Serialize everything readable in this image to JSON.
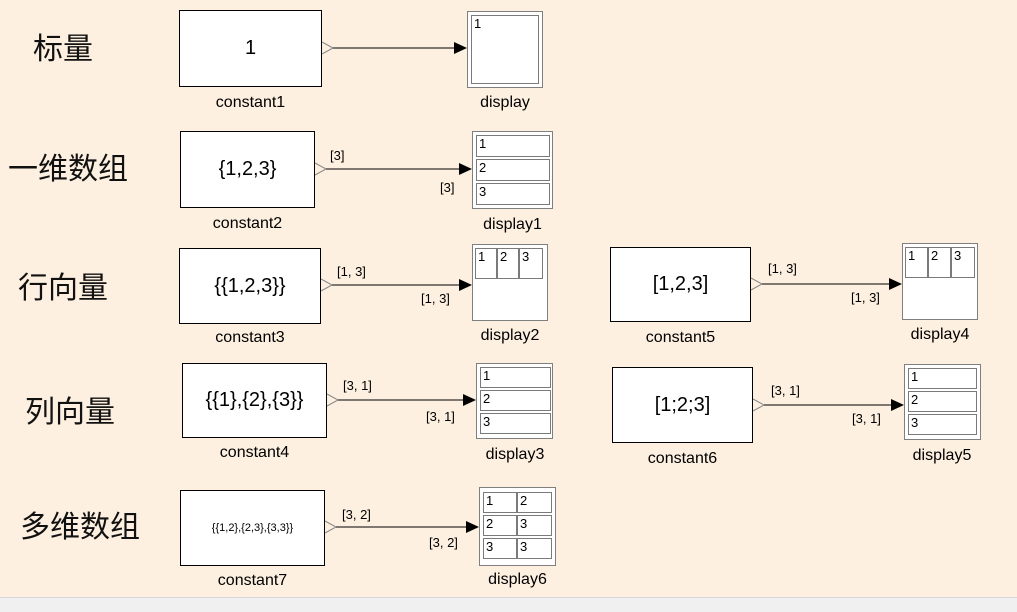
{
  "row_labels": [
    "标量",
    "一维数组",
    "行向量",
    "列向量",
    "多维数组"
  ],
  "constants": [
    {
      "name": "constant1",
      "value": "1"
    },
    {
      "name": "constant2",
      "value": "{1,2,3}"
    },
    {
      "name": "constant3",
      "value": "{{1,2,3}}"
    },
    {
      "name": "constant4",
      "value": "{{1},{2},{3}}"
    },
    {
      "name": "constant5",
      "value": "[1,2,3]"
    },
    {
      "name": "constant6",
      "value": "[1;2;3]"
    },
    {
      "name": "constant7",
      "value": "{{1,2},{2,3},{3,3}}"
    }
  ],
  "displays": [
    {
      "name": "display",
      "cells": [
        [
          "1"
        ]
      ]
    },
    {
      "name": "display1",
      "cells": [
        [
          "1"
        ],
        [
          "2"
        ],
        [
          "3"
        ]
      ]
    },
    {
      "name": "display2",
      "cells": [
        [
          "1",
          "2",
          "3"
        ]
      ]
    },
    {
      "name": "display3",
      "cells": [
        [
          "1"
        ],
        [
          "2"
        ],
        [
          "3"
        ]
      ]
    },
    {
      "name": "display4",
      "cells": [
        [
          "1",
          "2",
          "3"
        ]
      ]
    },
    {
      "name": "display5",
      "cells": [
        [
          "1"
        ],
        [
          "2"
        ],
        [
          "3"
        ]
      ]
    },
    {
      "name": "display6",
      "cells": [
        [
          "1",
          "2"
        ],
        [
          "2",
          "3"
        ],
        [
          "3",
          "3"
        ]
      ]
    }
  ],
  "signals": [
    {
      "out": "",
      "in": ""
    },
    {
      "out": "[3]",
      "in": "[3]"
    },
    {
      "out": "[1, 3]",
      "in": "[1, 3]"
    },
    {
      "out": "[3, 1]",
      "in": "[3, 1]"
    },
    {
      "out": "[1, 3]",
      "in": "[1, 3]"
    },
    {
      "out": "[3, 1]",
      "in": "[3, 1]"
    },
    {
      "out": "[3, 2]",
      "in": "[3, 2]"
    }
  ]
}
